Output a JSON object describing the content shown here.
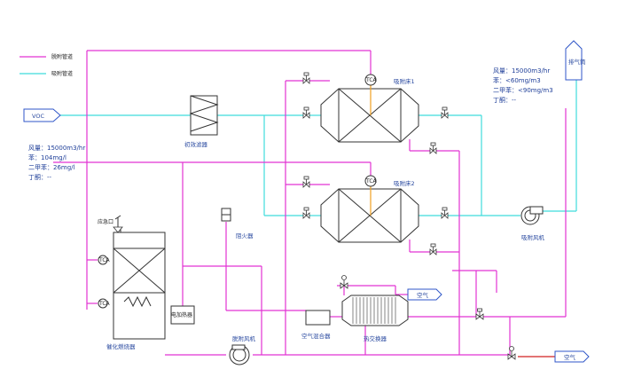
{
  "legend": {
    "desorption_line": "脱附管道",
    "adsorption_line": "吸附管道"
  },
  "inlet_label": "VOC",
  "inlet_spec": {
    "flow": "风量：15000m3/hr",
    "benzene": "苯：104mg/l",
    "xylene": "二甲苯：26mg/l",
    "butanol": "丁酮：--"
  },
  "outlet_spec": {
    "flow": "风量：15000m3/hr",
    "benzene": "苯：<60mg/m3",
    "xylene": "二甲苯：<90mg/m3",
    "butanol": "丁酮：--"
  },
  "labels": {
    "dry_filter": "初效滤器",
    "adsorber_1": "吸附床1",
    "adsorber_2": "吸附床2",
    "tca": "TCA",
    "tca_1": "TCA",
    "tca_2": "TCA",
    "exhaust_fan": "吸附风机",
    "emergency_vent": "应急口",
    "flame_arrester": "阻火器",
    "catalytic_combustor": "催化燃烧器",
    "electric_heater": "电加热器",
    "desorption_fan": "脱附风机",
    "air_mixer": "空气混合器",
    "heat_exchanger": "热交换器",
    "air_1": "空气",
    "air_2": "空气",
    "chimney": "排气筒"
  },
  "colors": {
    "desorption": "#e233d3",
    "adsorption": "#3fdcdc",
    "equipment": "#333333",
    "label_text": "#2a4aa0",
    "tca_tag": "#f0a020"
  }
}
